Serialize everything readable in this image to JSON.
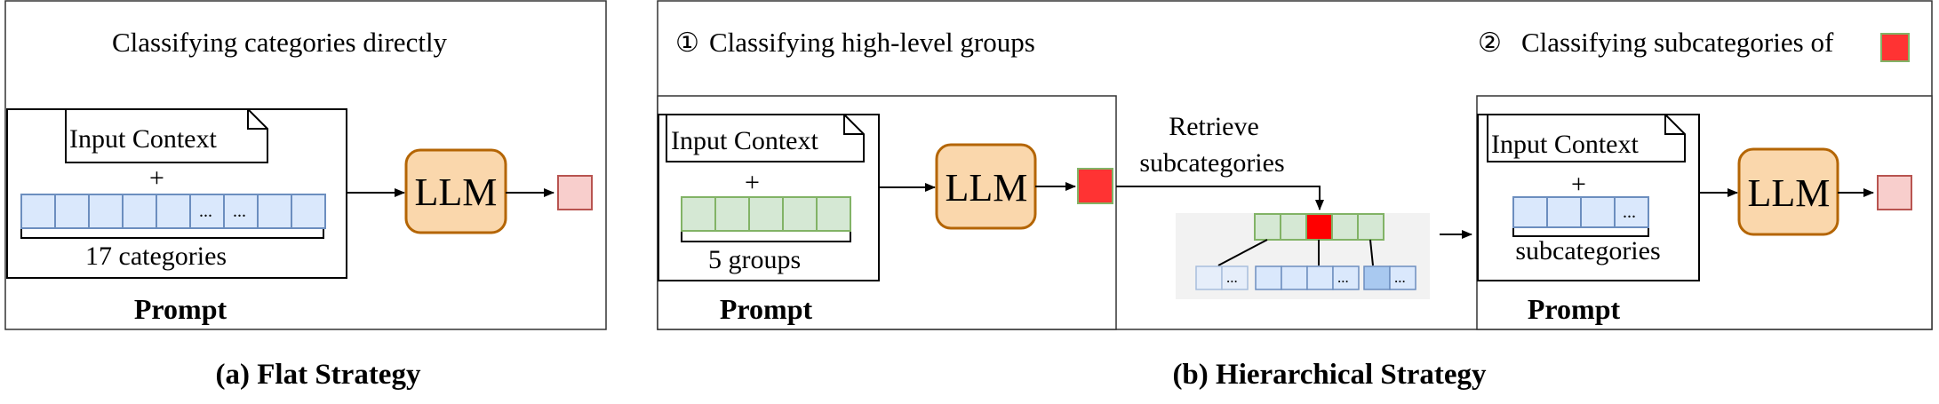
{
  "panels": {
    "flat": {
      "title": "Classifying categories directly",
      "input_context": "Input Context",
      "plus": "+",
      "ellipsis": "...",
      "count_label": "17 categories",
      "llm": "LLM",
      "prompt": "Prompt",
      "caption": "(a) Flat Strategy"
    },
    "hierarchical": {
      "step1_marker": "①",
      "step1_title": "Classifying high-level groups",
      "step2_marker": "②",
      "step2_title": "Classifying subcategories of",
      "input_context_1": "Input Context",
      "plus_1": "+",
      "count_label_1": "5  groups",
      "llm_1": "LLM",
      "prompt_1": "Prompt",
      "retrieve_line1": "Retrieve",
      "retrieve_line2": "subcategories",
      "ellipsis": "...",
      "input_context_2": "Input Context",
      "plus_2": "+",
      "count_label_2": "subcategories",
      "llm_2": "LLM",
      "prompt_2": "Prompt",
      "caption": "(b) Hierarchical Strategy"
    }
  },
  "colors": {
    "category_cell_fill": "#dae8fc",
    "category_cell_stroke": "#6c8ebf",
    "group_cell_fill": "#d5e8d4",
    "group_cell_stroke": "#82b366",
    "llm_fill": "#fad7ac",
    "llm_stroke": "#b46504",
    "output_fill": "#f8cecc",
    "output_stroke": "#b85450",
    "selected_fill": "#ff3333",
    "selected_stroke": "#82b366",
    "tree_background": "#f2f2f2"
  }
}
